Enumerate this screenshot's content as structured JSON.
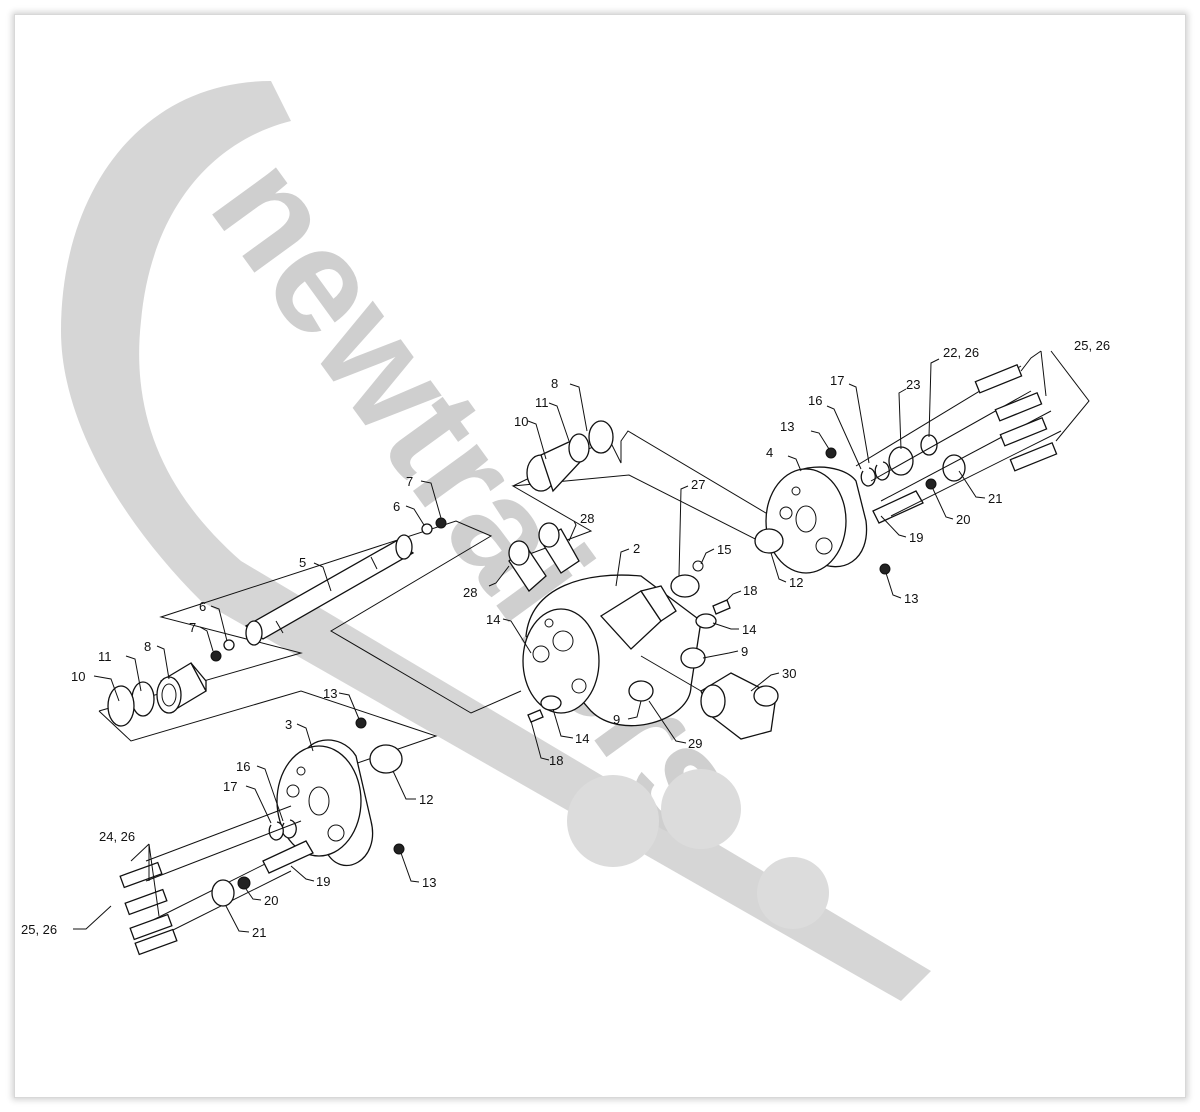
{
  "watermark": {
    "text": "newtrailers",
    "color": "#cfcfcf"
  },
  "labels": [
    "10",
    "11",
    "8",
    "7",
    "6",
    "5",
    "6",
    "7",
    "8",
    "11",
    "10",
    "13",
    "3",
    "16",
    "17",
    "12",
    "13",
    "24, 26",
    "25, 26",
    "20",
    "19",
    "21",
    "10",
    "11",
    "8",
    "27",
    "28",
    "28",
    "2",
    "15",
    "14",
    "18",
    "14",
    "9",
    "30",
    "9",
    "14",
    "18",
    "29",
    "25, 26",
    "22, 26",
    "17",
    "23",
    "16",
    "13",
    "4",
    "21",
    "20",
    "19",
    "12",
    "13"
  ]
}
